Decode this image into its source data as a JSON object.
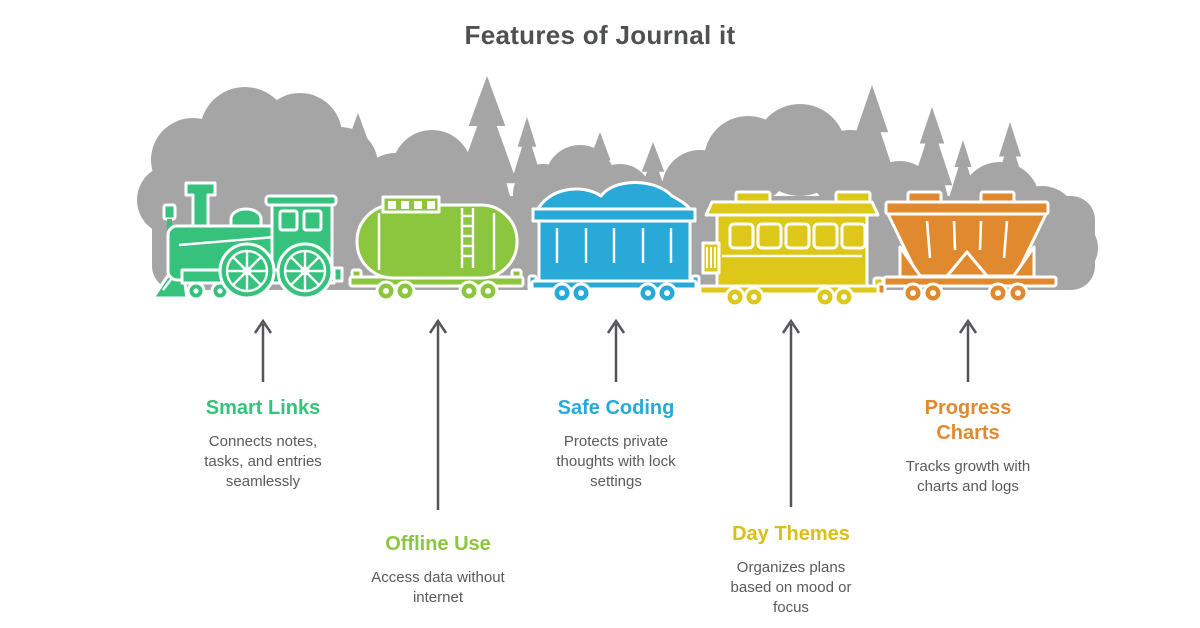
{
  "title": "Features of Journal it",
  "colors": {
    "locomotive_green": "#36c17d",
    "tank_lime": "#8cc63f",
    "gondola_blue": "#29a9d8",
    "passenger_yellow": "#ddc718",
    "hopper_orange": "#e0892f",
    "forest_gray": "#a5a5a5",
    "text_gray": "#595a5c",
    "arrow_gray": "#55565a"
  },
  "features": [
    {
      "id": "smart-links",
      "label": "Smart Links",
      "description": "Connects notes,\ntasks, and entries\nseamlessly",
      "color": "#36c17d",
      "car": "steam-locomotive"
    },
    {
      "id": "offline-use",
      "label": "Offline Use",
      "description": "Access data without\ninternet",
      "color": "#8cc63f",
      "car": "tank-car"
    },
    {
      "id": "safe-coding",
      "label": "Safe Coding",
      "description": "Protects private\nthoughts with lock\nsettings",
      "color": "#29a9d8",
      "car": "gondola-car"
    },
    {
      "id": "day-themes",
      "label": "Day Themes",
      "description": "Organizes plans\nbased on mood or\nfocus",
      "color": "#d9bf16",
      "car": "passenger-car"
    },
    {
      "id": "progress-charts",
      "label": "Progress\nCharts",
      "description": "Tracks growth with\ncharts and logs",
      "color": "#e0892f",
      "car": "hopper-car"
    }
  ]
}
